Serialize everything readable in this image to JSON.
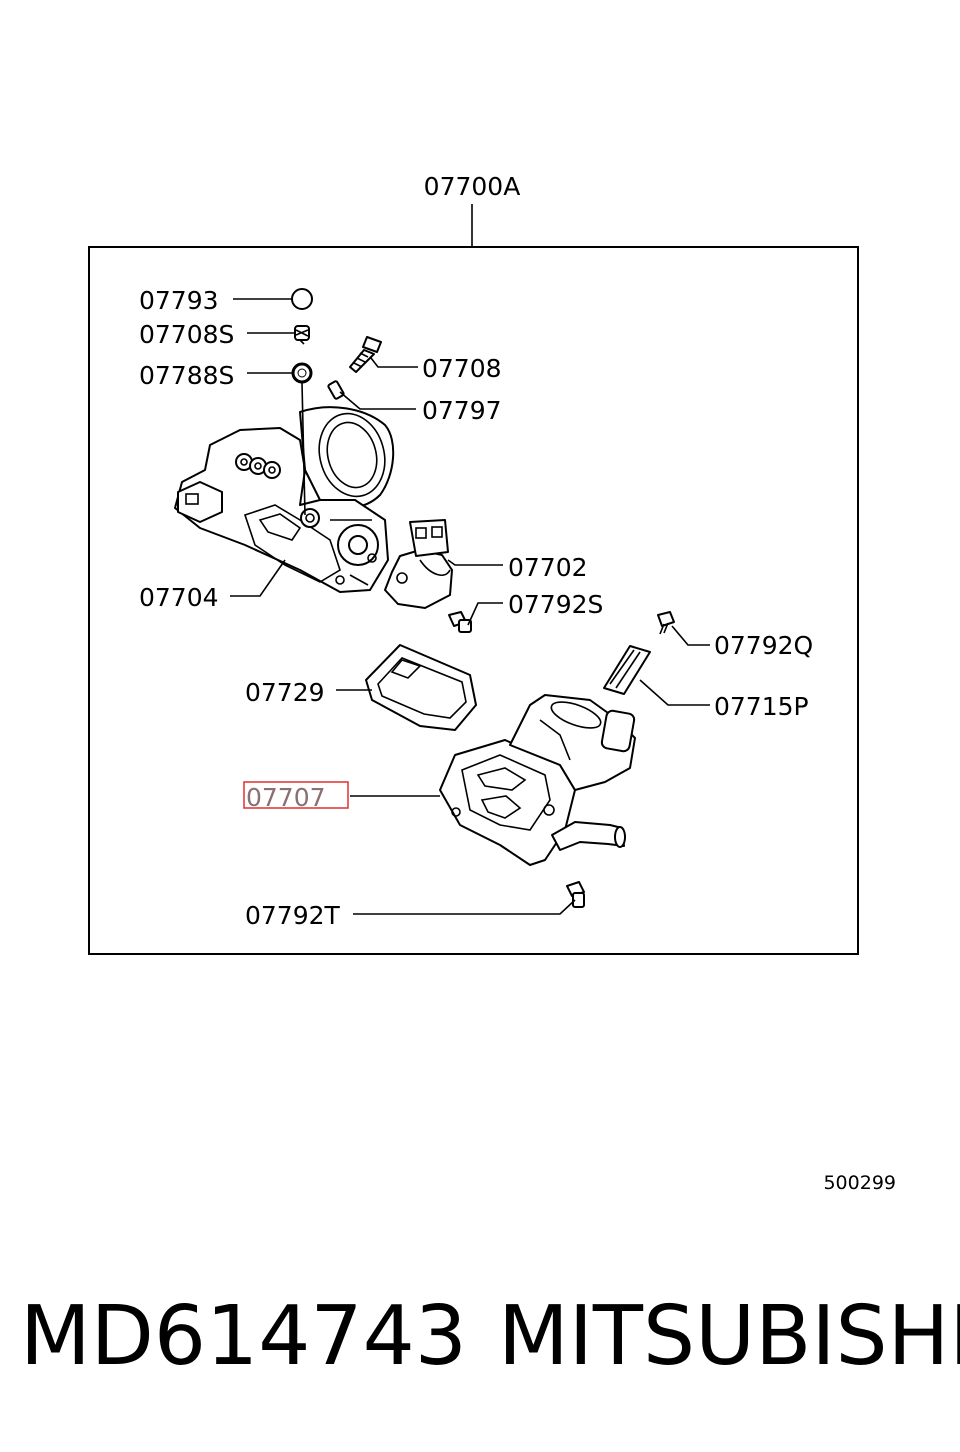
{
  "assembly_label": "07700A",
  "callouts": {
    "c07793": "07793",
    "c07708S": "07708S",
    "c07788S": "07788S",
    "c07708": "07708",
    "c07797": "07797",
    "c07702": "07702",
    "c07704": "07704",
    "c07792S": "07792S",
    "c07792Q": "07792Q",
    "c07729": "07729",
    "c07715P": "07715P",
    "c07707": "07707",
    "c07792T": "07792T"
  },
  "highlighted_callout": "07707",
  "highlight_color": "#e03030",
  "drawing_code": "500299",
  "footer": {
    "part_number": "MD614743",
    "brand": "MITSUBISHI"
  }
}
